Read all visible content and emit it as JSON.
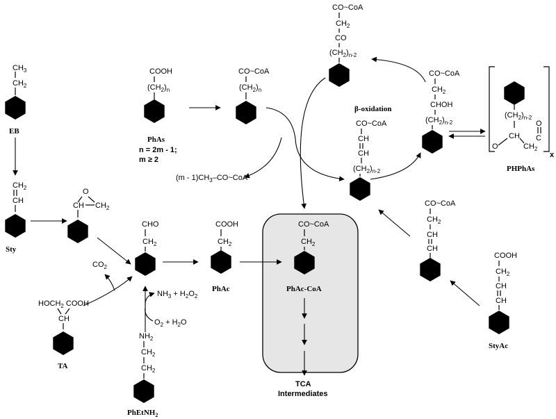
{
  "compounds": {
    "eb": {
      "ch3": "CH",
      "ch3_sub": "3",
      "ch2": "CH",
      "ch2_sub": "2",
      "label": "EB"
    },
    "sty": {
      "ch2": "CH",
      "ch2_sub": "2",
      "ch": "CH",
      "label": "Sty"
    },
    "epoxide": {
      "o": "O",
      "ch": "CH",
      "ch2": "CH",
      "ch2_sub": "2"
    },
    "pha": {
      "cooh": "COOH",
      "chain": "(CH",
      "chain_sub": "2",
      "chain_end": ")",
      "n": "n",
      "label": "PhAs",
      "rule1": "n = 2m - 1;",
      "rule2": "m ≥ 2"
    },
    "phas_coa": {
      "coa": "CO~CoA",
      "chain": "(CH",
      "chain_sub": "2",
      "chain_end": ")",
      "n": "n"
    },
    "ketoacyl": {
      "coa": "CO~CoA",
      "ch2": "CH",
      "ch2_sub": "2",
      "co": "CO",
      "chain": "(CH",
      "chain_sub": "2",
      "chain_end": ")",
      "n": "n-2"
    },
    "enoyl": {
      "coa": "CO~CoA",
      "ch1": "CH",
      "ch2": "CH",
      "chain": "(CH",
      "chain_sub": "2",
      "chain_end": ")",
      "n": "n-2"
    },
    "hydroxy": {
      "coa": "CO~CoA",
      "ch2": "CH",
      "ch2_sub": "2",
      "choh": "CHOH",
      "chain": "(CH",
      "chain_sub": "2",
      "chain_end": ")",
      "n": "n-2"
    },
    "phphas": {
      "chain": "(CH",
      "chain_sub": "2",
      "chain_end": ")",
      "n": "n-2",
      "o": "O",
      "ch": "CH",
      "ch2": "CH",
      "ch2_sub": "2",
      "c": "C",
      "o2": "O",
      "x": "x",
      "label": "PHPhAs"
    },
    "acetyl": {
      "text1": "(m - 1)CH",
      "sub": "3",
      "text2": "–CO~CoA"
    },
    "phenylacetaldehyde": {
      "cho": "CHO",
      "ch2": "CH",
      "ch2_sub": "2"
    },
    "phac": {
      "cooh": "COOH",
      "ch2": "CH",
      "ch2_sub": "2",
      "label": "PhAc"
    },
    "phac_coa": {
      "coa": "CO~CoA",
      "ch2": "CH",
      "ch2_sub": "2",
      "label": "PhAc-CoA"
    },
    "tca": {
      "line1": "TCA",
      "line2": "Intermediates"
    },
    "ta": {
      "hoch": "HOCH",
      "hoch_sub": "2",
      "cooh": "COOH",
      "ch": "CH",
      "label": "TA"
    },
    "co2": {
      "text": "CO",
      "sub": "2"
    },
    "nh3": {
      "nh": "NH",
      "nh_sub": "3",
      "plus": "+",
      "h2o2": "H",
      "h2o2_sub1": "2",
      "o": "O",
      "h2o2_sub2": "2"
    },
    "o2": {
      "o": "O",
      "o_sub": "2",
      "plus": "+",
      "h": "H",
      "h_sub": "2",
      "o2": "O"
    },
    "phetnh2": {
      "nh2": "NH",
      "nh2_sub": "2",
      "ch2a": "CH",
      "ch2a_sub": "2",
      "ch2b": "CH",
      "ch2b_sub": "2",
      "label": "PhEtNH",
      "label_sub": "2"
    },
    "cinnamoyl": {
      "coa": "CO~CoA",
      "ch2": "CH",
      "ch2_sub": "2",
      "ch1": "CH",
      "ch2b": "CH"
    },
    "styac": {
      "cooh": "COOH",
      "ch2": "CH",
      "ch2_sub": "2",
      "ch1": "CH",
      "ch2b": "CH",
      "label": "StyAc"
    }
  },
  "pathway": {
    "beta_oxidation": "β-oxidation"
  },
  "colors": {
    "highlight_box": "#e6e6e6",
    "ink": "#000000"
  }
}
